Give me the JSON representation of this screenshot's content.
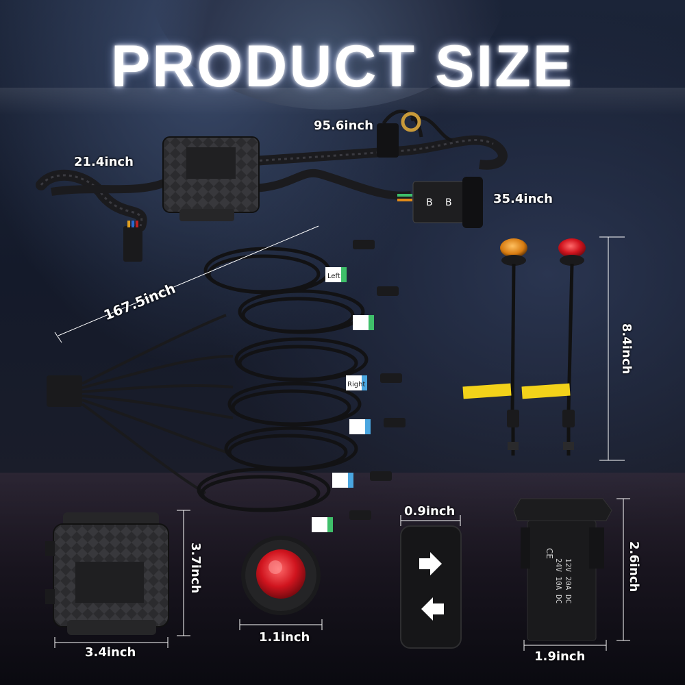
{
  "title": "PRODUCT SIZE",
  "dimensions": {
    "harness_main": "95.6inch",
    "harness_left": "21.4inch",
    "switch_lead": "35.4inch",
    "pod_bundle": "167.5inch",
    "indicator_height": "8.4inch",
    "box_height": "3.7inch",
    "box_width": "3.4inch",
    "indicator_diameter": "1.1inch",
    "switch_width": "0.9inch",
    "switch_height": "2.6inch",
    "switch_depth": "1.9inch"
  },
  "labels": {
    "switch_button_a": "B",
    "switch_button_b": "B",
    "switch_rating_1": "12V 20A DC",
    "switch_rating_2": "24V 10A DC",
    "tag_left": "Left",
    "tag_right": "Right"
  },
  "colors": {
    "accent_green": "#3fbf6a",
    "accent_blue": "#4aa6e0",
    "indicator_red": "#e0202a",
    "indicator_amber": "#e08a1a",
    "tag_yellow": "#f2d21a"
  }
}
